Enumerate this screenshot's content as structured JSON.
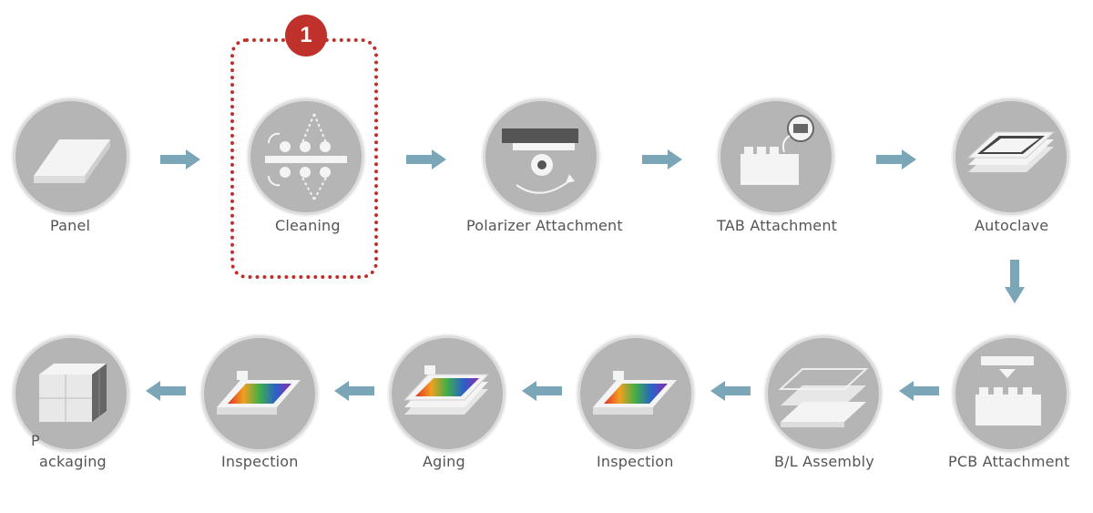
{
  "steps": {
    "panel": "Panel",
    "cleaning": "Cleaning",
    "polarizer": "Polarizer Attachment",
    "tab": "TAB Attachment",
    "autoclave": "Autoclave",
    "pcb": "PCB Attachment",
    "bl_assembly": "B/L Assembly",
    "inspection_1": "Inspection",
    "aging": "Aging",
    "inspection_2": "Inspection",
    "packaging_initial": "P",
    "packaging_rest": "ackaging"
  },
  "highlight": {
    "badge": "1"
  },
  "colors": {
    "circle": "#b5b5b5",
    "arrow": "#7aa6b8",
    "highlight": "#c0312b"
  }
}
